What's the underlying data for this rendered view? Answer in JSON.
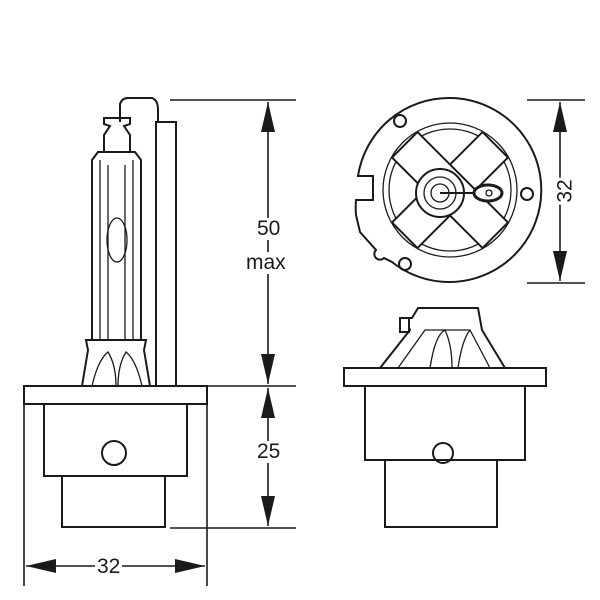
{
  "dimensions": {
    "height_total_value": "50",
    "height_total_qualifier": "max",
    "base_height_value": "25",
    "base_width_value": "32",
    "flange_diameter_value": "32"
  },
  "colors": {
    "line": "#1a1a1a",
    "background": "#ffffff"
  }
}
